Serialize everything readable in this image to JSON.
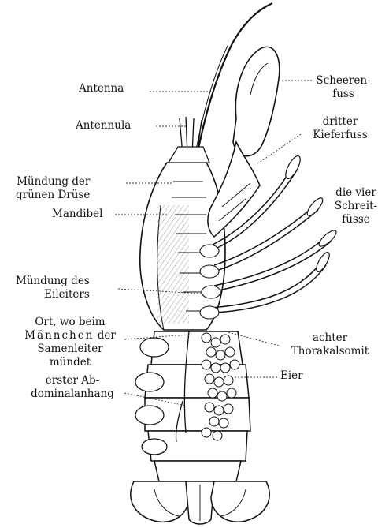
{
  "labels": {
    "antenna": "Antenna",
    "antennula": "Antennula",
    "muendung_gruene_druese": [
      "Mündung der",
      "grünen Drüse"
    ],
    "mandibel": "Mandibel",
    "muendung_eileiter": [
      "Mündung des",
      "Eileiters"
    ],
    "ort_maennchen": {
      "line1": "Ort, wo beim",
      "line2_spaced": "Männchen",
      "line2_rest": "der",
      "line3": "Samenleiter",
      "line4": "mündet"
    },
    "erster_abdominalanhang": [
      "erster Ab-",
      "dominalanhang"
    ],
    "scheerenfuss": [
      "Scheeren-",
      "fuss"
    ],
    "dritter_kieferfuss": [
      "dritter",
      "Kieferfuss"
    ],
    "schreitfuesse": [
      "die vier",
      "Schreit-",
      "füsse"
    ],
    "achter_thorakalsomit": [
      "achter",
      "Thorakalsomit"
    ],
    "eier": "Eier"
  }
}
